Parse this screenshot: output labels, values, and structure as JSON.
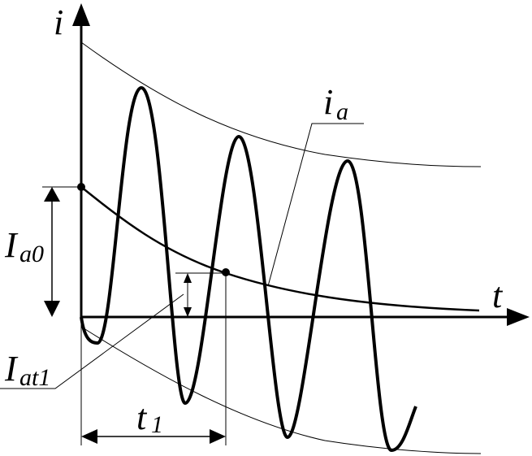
{
  "labels": {
    "y_axis": "i",
    "x_axis": "t",
    "ia_main": "i",
    "ia_sub": "a",
    "ia0_main": "I",
    "ia0_sub": "a0",
    "iat1_main": "I",
    "iat1_sub": "at1",
    "t1_main": "t",
    "t1_sub": "1"
  },
  "colors": {
    "stroke": "#000000",
    "background": "#ffffff"
  }
}
